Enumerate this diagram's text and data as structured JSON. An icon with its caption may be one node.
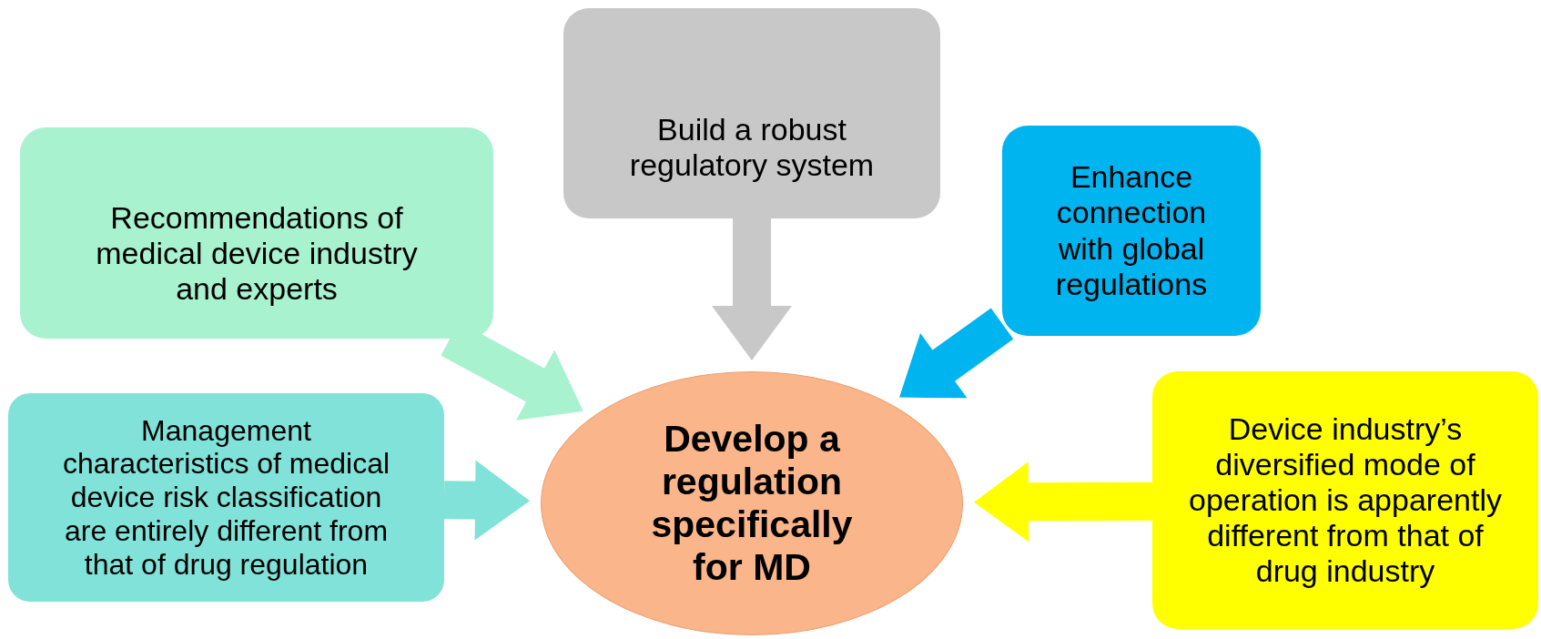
{
  "diagram": {
    "nodes": [
      {
        "text": [
          "Build a robust regulatory system"
        ]
      },
      {
        "text": [
          "Recommendations of medical device industry and experts"
        ]
      },
      {
        "text": [
          "Enhance connection with global regulations"
        ]
      },
      {
        "text": [
          "Management characteristics of medical device risk classification are entirely different from that of drug regulation"
        ]
      },
      {
        "text": [
          "Develop a regulation specifically for MD"
        ]
      },
      {
        "text": [
          "Device industry’s diversified mode of operation is apparently different from that of drug industry"
        ]
      }
    ],
    "edges": [
      {
        "from": 0,
        "to": 4,
        "arrow": "to",
        "color": "#c8c8c8"
      },
      {
        "from": 1,
        "to": 4,
        "arrow": "to",
        "color": "#a8f2d0"
      },
      {
        "from": 2,
        "to": 4,
        "arrow": "to",
        "color": "#00b4f0"
      },
      {
        "from": 3,
        "to": 4,
        "arrow": "to",
        "color": "#80e2d8"
      },
      {
        "from": 5,
        "to": 4,
        "arrow": "to",
        "color": "#ffff00"
      }
    ]
  }
}
